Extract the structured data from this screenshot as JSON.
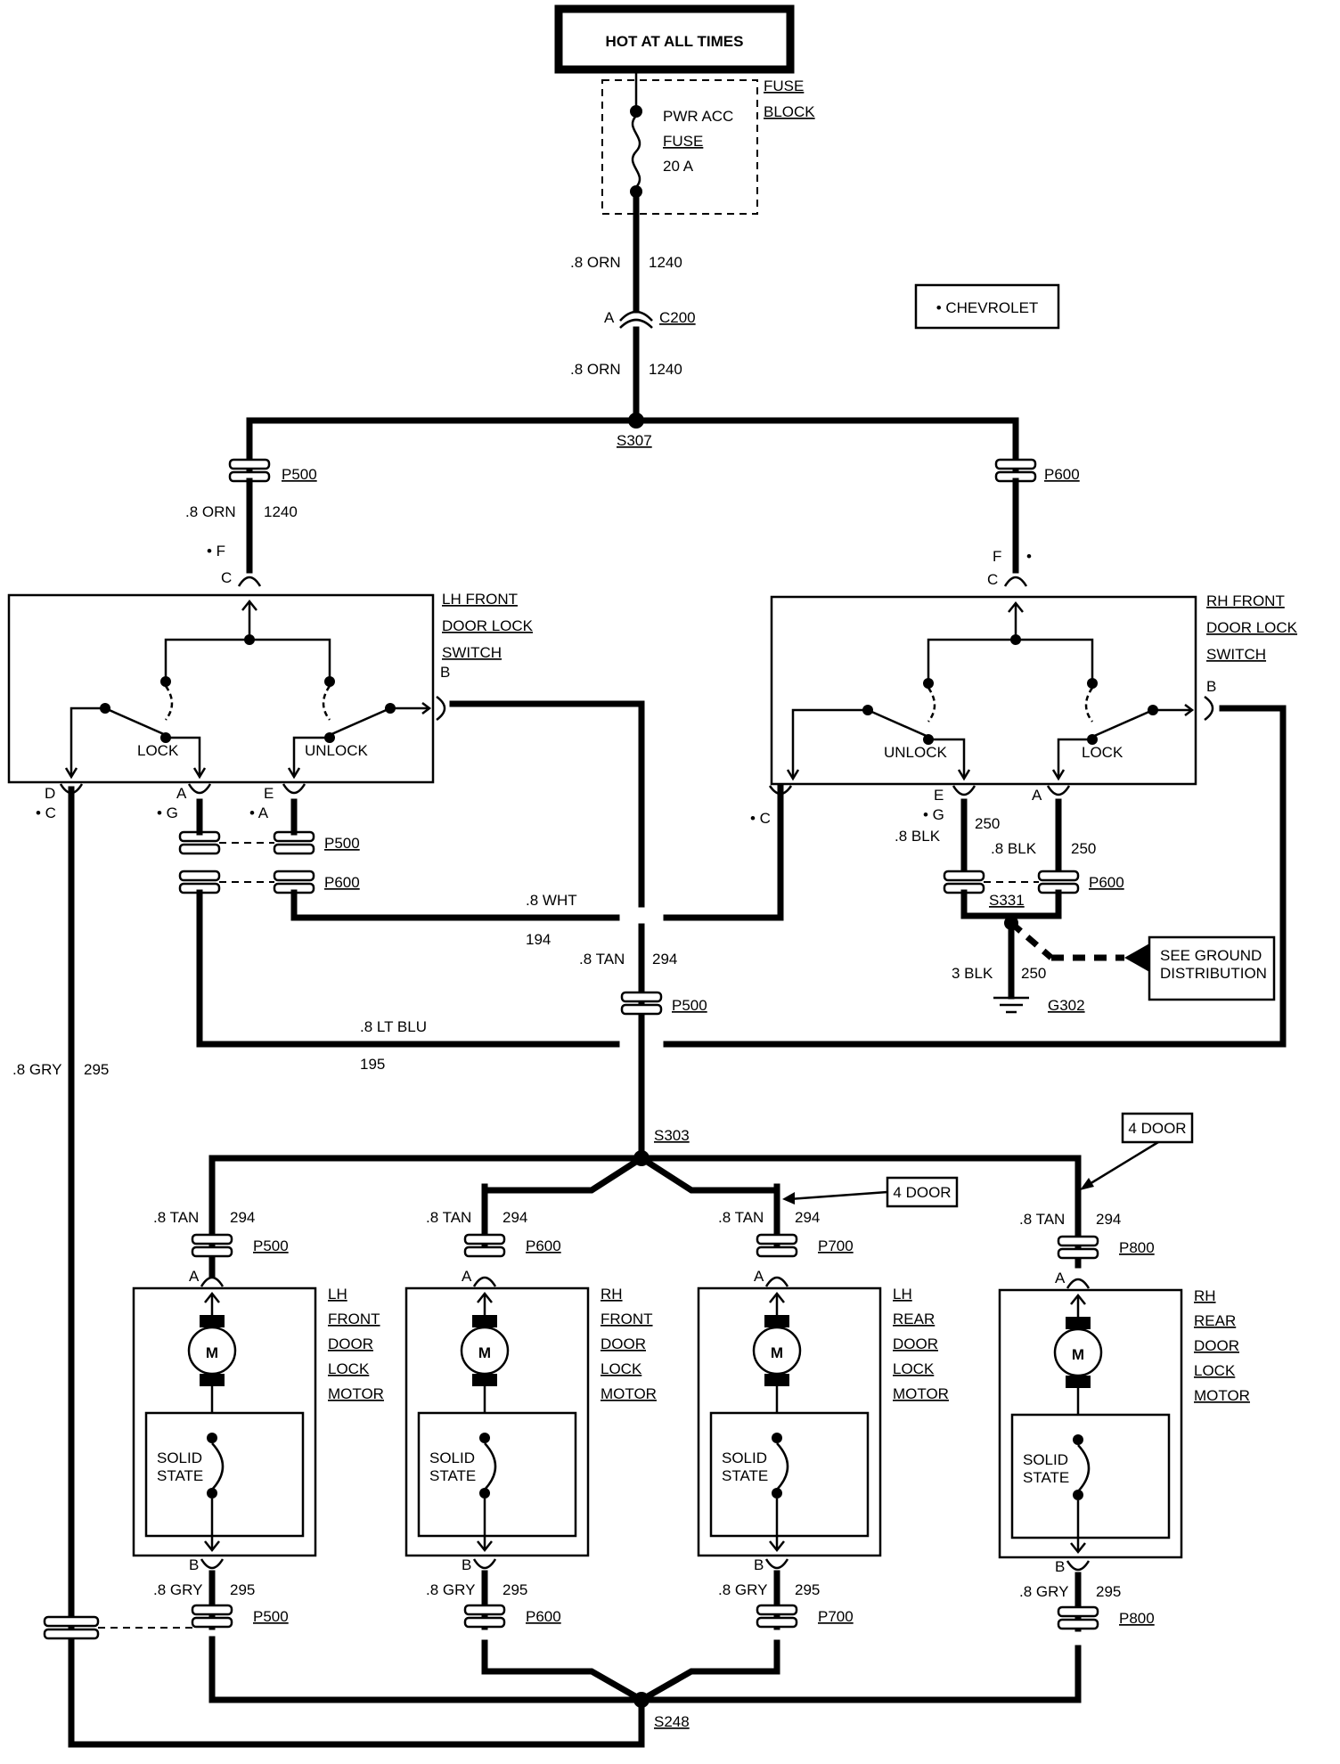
{
  "power": {
    "hot_label": "HOT AT ALL TIMES"
  },
  "fuse_block": {
    "label_line1": "FUSE",
    "label_line2": "BLOCK",
    "fuse_line1": "PWR ACC",
    "fuse_line2": "FUSE",
    "fuse_line3": "20 A"
  },
  "feed": {
    "upper_wire": ".8 ORN",
    "upper_circuit": "1240",
    "connector": "C200",
    "connector_pin": "A",
    "lower_wire": ".8 ORN",
    "lower_circuit": "1240",
    "splice": "S307"
  },
  "legend": {
    "note": "• CHEVROLET"
  },
  "lh_switch": {
    "label_line1": "LH FRONT",
    "label_line2": "DOOR LOCK",
    "label_line3": "SWITCH",
    "feed_connector": "P500",
    "feed_wire": ".8 ORN",
    "feed_circuit": "1240",
    "pin_top_a": "• F",
    "pin_top_b": "C",
    "pin_b": "B",
    "pin_d": "D",
    "pin_d_alt": "• C",
    "pin_a": "A",
    "pin_a_alt": "• G",
    "pin_e": "E",
    "pin_e_alt": "• A",
    "lock": "LOCK",
    "unlock": "UNLOCK",
    "p500": "P500",
    "p600": "P600"
  },
  "rh_switch": {
    "label_line1": "RH FRONT",
    "label_line2": "DOOR LOCK",
    "label_line3": "SWITCH",
    "feed_connector": "P600",
    "pin_top_a": "F",
    "pin_top_star": "•",
    "pin_top_b": "C",
    "pin_b": "B",
    "pin_c_alt": "• C",
    "pin_e": "E",
    "pin_e_alt": "• G",
    "pin_a": "A",
    "unlock": "UNLOCK",
    "lock": "LOCK",
    "left_wire": ".8 BLK",
    "left_circuit": "250",
    "right_wire": ".8 BLK",
    "right_circuit": "250",
    "p600": "P600",
    "splice": "S331"
  },
  "ground": {
    "wire": "3 BLK",
    "circuit": "250",
    "ground_id": "G302",
    "ref_line1": "SEE GROUND",
    "ref_line2": "DISTRIBUTION"
  },
  "wires": {
    "wht_wire": ".8 WHT",
    "wht_circuit": "194",
    "tan_wire": ".8 TAN",
    "tan_circuit": "294",
    "tan_connector": "P500",
    "ltblu_wire": ".8 LT BLU",
    "ltblu_circuit": "195",
    "gry_wire": ".8 GRY",
    "gry_circuit": "295",
    "splice_s303": "S303",
    "splice_s248": "S248",
    "four_door_1": "4 DOOR",
    "four_door_2": "4 DOOR"
  },
  "motors": [
    {
      "name_lines": [
        "LH",
        "FRONT",
        "DOOR",
        "LOCK",
        "MOTOR"
      ],
      "top_wire": ".8 TAN",
      "top_circuit": "294",
      "top_connector": "P500",
      "pin_a": "A",
      "pin_b": "B",
      "bottom_wire": ".8 GRY",
      "bottom_circuit": "295",
      "bottom_connector": "P500",
      "motor_symbol": "M",
      "solid_line1": "SOLID",
      "solid_line2": "STATE"
    },
    {
      "name_lines": [
        "RH",
        "FRONT",
        "DOOR",
        "LOCK",
        "MOTOR"
      ],
      "top_wire": ".8 TAN",
      "top_circuit": "294",
      "top_connector": "P600",
      "pin_a": "A",
      "pin_b": "B",
      "bottom_wire": ".8 GRY",
      "bottom_circuit": "295",
      "bottom_connector": "P600",
      "motor_symbol": "M",
      "solid_line1": "SOLID",
      "solid_line2": "STATE"
    },
    {
      "name_lines": [
        "LH",
        "REAR",
        "DOOR",
        "LOCK",
        "MOTOR"
      ],
      "top_wire": ".8 TAN",
      "top_circuit": "294",
      "top_connector": "P700",
      "pin_a": "A",
      "pin_b": "B",
      "bottom_wire": ".8 GRY",
      "bottom_circuit": "295",
      "bottom_connector": "P700",
      "motor_symbol": "M",
      "solid_line1": "SOLID",
      "solid_line2": "STATE"
    },
    {
      "name_lines": [
        "RH",
        "REAR",
        "DOOR",
        "LOCK",
        "MOTOR"
      ],
      "top_wire": ".8 TAN",
      "top_circuit": "294",
      "top_connector": "P800",
      "pin_a": "A",
      "pin_b": "B",
      "bottom_wire": ".8 GRY",
      "bottom_circuit": "295",
      "bottom_connector": "P800",
      "motor_symbol": "M",
      "solid_line1": "SOLID",
      "solid_line2": "STATE"
    }
  ]
}
